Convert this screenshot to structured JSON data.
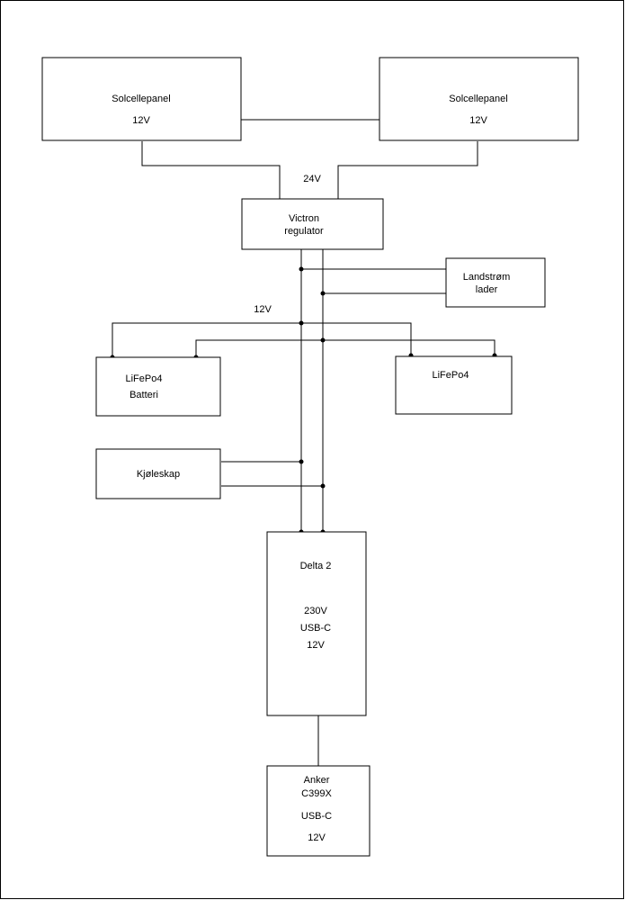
{
  "diagram": {
    "panel_left": {
      "name": "Solcellepanel",
      "voltage": "12V"
    },
    "panel_right": {
      "name": "Solcellepanel",
      "voltage": "12V"
    },
    "label_24v": "24V",
    "regulator": {
      "line1": "Victron",
      "line2": "regulator"
    },
    "shore_charger": {
      "line1": "Landstrøm",
      "line2": "lader"
    },
    "label_12v": "12V",
    "battery_left": {
      "line1": "LiFePo4",
      "line2": "Batteri"
    },
    "battery_right": {
      "line1": "LiFePo4"
    },
    "fridge": {
      "name": "Kjøleskap"
    },
    "delta": {
      "name": "Delta 2",
      "out1": "230V",
      "out2": "USB-C",
      "out3": "12V"
    },
    "anker": {
      "line1": "Anker",
      "line2": "C399X",
      "out1": "USB-C",
      "out2": "12V"
    }
  }
}
